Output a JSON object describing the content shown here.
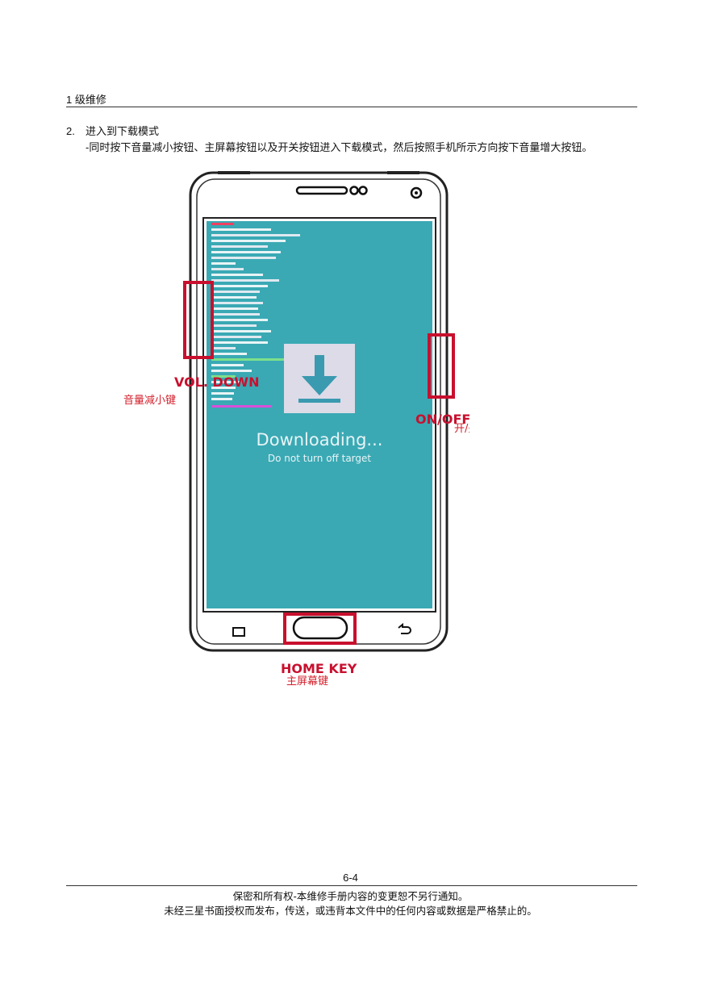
{
  "header": {
    "section": "1 级维修"
  },
  "step": {
    "number": "2.",
    "title": "进入到下载模式",
    "body": "-同时按下音量减小按钮、主屏幕按钮以及开关按钮进入下载模式，然后按照手机所示方向按下音量增大按钮。"
  },
  "figure": {
    "screen_title": "Downloading...",
    "screen_subtitle": "Do not turn off target",
    "labels": {
      "vol_down_en": "VOL. DOWN",
      "vol_down_cn": "音量减小键",
      "on_off_en": "ON/OFF",
      "on_off_cn": "开/关键",
      "home_en": "HOME KEY",
      "home_cn": "主屏幕键"
    },
    "colors": {
      "screen": "#3aa9b4",
      "highlight": "#c8102e",
      "icon_bg": "#dcdbe7",
      "icon_arrow": "#3a9ab0"
    }
  },
  "footer": {
    "page": "6-4",
    "line1": "保密和所有权-本维修手册内容的变更恕不另行通知。",
    "line2": "未经三星书面授权而发布，传送，或违背本文件中的任何内容或数据是严格禁止的。"
  }
}
